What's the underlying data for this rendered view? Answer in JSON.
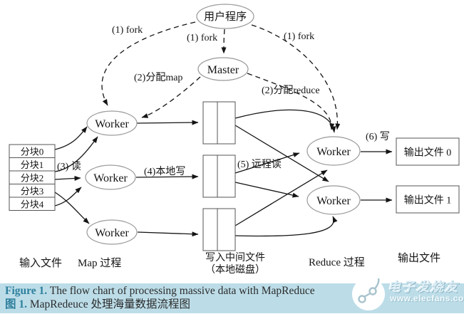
{
  "diagram": {
    "nodes": {
      "user_program": "用户程序",
      "master": "Master",
      "map_workers": [
        "Worker",
        "Worker",
        "Worker"
      ],
      "reduce_workers": [
        "Worker",
        "Worker"
      ]
    },
    "splits": [
      "分块0",
      "分块1",
      "分块2",
      "分块3",
      "分块4"
    ],
    "outputs": [
      "输出文件 0",
      "输出文件 1"
    ],
    "edge_labels": {
      "fork_left": "(1) fork",
      "fork_mid": "(1) fork",
      "fork_right": "(1) fork",
      "assign_map": "(2)分配map",
      "assign_reduce": "(2)分配reduce",
      "read": "(3) 读",
      "local_write": "(4)本地写",
      "remote_read": "(5) 远程读",
      "write": "(6) 写"
    },
    "phase_labels": {
      "input": "输入文件",
      "map": "Map 过程",
      "intermediate_1": "写入中间文件",
      "intermediate_2": "（本地磁盘）",
      "reduce": "Reduce 过程",
      "output": "输出文件"
    }
  },
  "caption": {
    "en_prefix": "Figure 1.",
    "en_text": " The flow chart of processing massive data with MapReduce",
    "zh_prefix": "图 1.",
    "zh_text": " MapRedeuce 处理海量数据流程图",
    "bg_color": "#bcdde8",
    "accent_color": "#2e7f9d"
  },
  "watermark": {
    "brand": "电子发烧友",
    "url": "www.elecfans.com"
  }
}
